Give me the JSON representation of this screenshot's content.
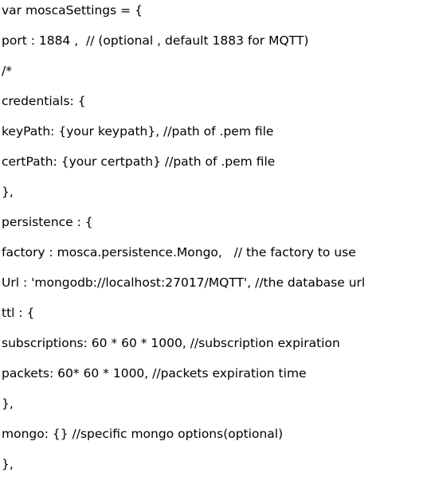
{
  "code_lines": [
    "var moscaSettings = {",
    "port : 1884 ,  // (optional , default 1883 for MQTT)",
    "/*",
    "credentials: {",
    "keyPath: {your keypath}, //path of .pem file",
    "certPath: {your certpath} //path of .pem file",
    "},",
    "persistence : {",
    "factory : mosca.persistence.Mongo,   // the factory to use",
    "Url : 'mongodb://localhost:27017/MQTT', //the database url",
    "ttl : {",
    "subscriptions: 60 * 60 * 1000, //subscription expiration",
    "packets: 60* 60 * 1000, //packets expiration time",
    "},",
    "mongo: {} //specific mongo options(optional)",
    "},"
  ]
}
